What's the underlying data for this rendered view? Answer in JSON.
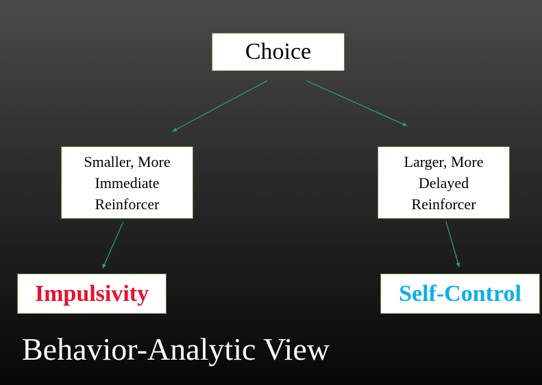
{
  "root": {
    "label": "Choice"
  },
  "left_option": {
    "lines": [
      "Smaller, More",
      "Immediate",
      "Reinforcer"
    ]
  },
  "right_option": {
    "lines": [
      "Larger, More",
      "Delayed",
      "Reinforcer"
    ]
  },
  "left_outcome": {
    "label": "Impulsivity",
    "color": "#e8112d"
  },
  "right_outcome": {
    "label": "Self-Control",
    "color": "#0bb0e8"
  },
  "footer": {
    "title": "Behavior-Analytic View"
  },
  "colors": {
    "arrow": "#1f9e7a",
    "box_border": "#5a8a3a"
  }
}
